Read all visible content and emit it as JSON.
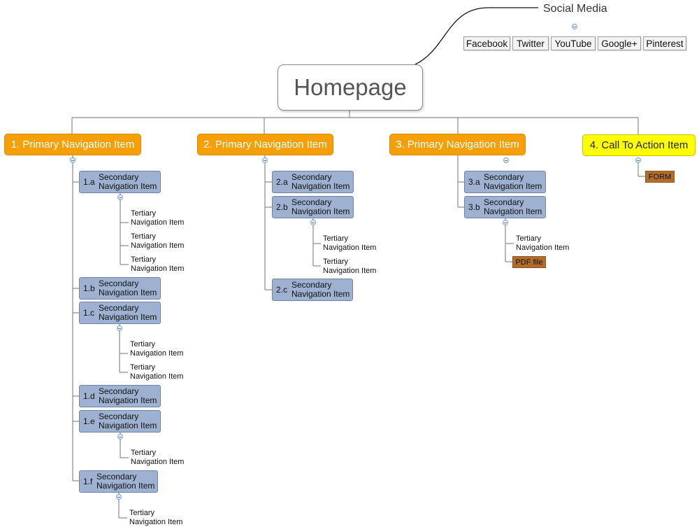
{
  "homepage": {
    "title": "Homepage"
  },
  "social": {
    "title": "Social Media",
    "items": [
      "Facebook",
      "Twitter",
      "YouTube",
      "Google+",
      "Pinterest"
    ]
  },
  "branches": [
    {
      "label": "1. Primary Navigation Item",
      "children": [
        {
          "num": "1.a",
          "label": "Secondary\nNavigation Item",
          "children": [
            "Tertiary\nNavigation Item",
            "Tertiary\nNavigation Item",
            "Tertiary\nNavigation Item"
          ]
        },
        {
          "num": "1.b",
          "label": "Secondary\nNavigation Item"
        },
        {
          "num": "1.c",
          "label": "Secondary\nNavigation Item",
          "children": [
            "Tertiary\nNavigation Item",
            "Tertiary\nNavigation Item"
          ]
        },
        {
          "num": "1.d",
          "label": "Secondary\nNavigation Item"
        },
        {
          "num": "1.e",
          "label": "Secondary\nNavigation Item",
          "children": [
            "Tertiary\nNavigation Item"
          ]
        },
        {
          "num": "1.f",
          "label": "Secondary\nNavigation Item",
          "children": [
            "Tertiary\nNavigation Item"
          ]
        }
      ]
    },
    {
      "label": "2. Primary Navigation Item",
      "children": [
        {
          "num": "2.a",
          "label": "Secondary\nNavigation Item"
        },
        {
          "num": "2.b",
          "label": "Secondary\nNavigation Item",
          "children": [
            "Tertiary\nNavigation Item",
            "Tertiary\nNavigation Item"
          ]
        },
        {
          "num": "2.c",
          "label": "Secondary\nNavigation Item"
        }
      ]
    },
    {
      "label": "3. Primary Navigation Item",
      "children": [
        {
          "num": "3.a",
          "label": "Secondary\nNavigation Item"
        },
        {
          "num": "3.b",
          "label": "Secondary\nNavigation Item",
          "children": [
            "Tertiary\nNavigation Item"
          ],
          "tag": "PDF file"
        }
      ]
    },
    {
      "label": "4. Call To Action Item",
      "tag": "FORM"
    }
  ],
  "colors": {
    "primary": "#f5a008",
    "call_to_action": "#ffff00",
    "secondary": "#9eb1d1",
    "tag": "#b26d2b",
    "connector": "#8a8a8a"
  }
}
